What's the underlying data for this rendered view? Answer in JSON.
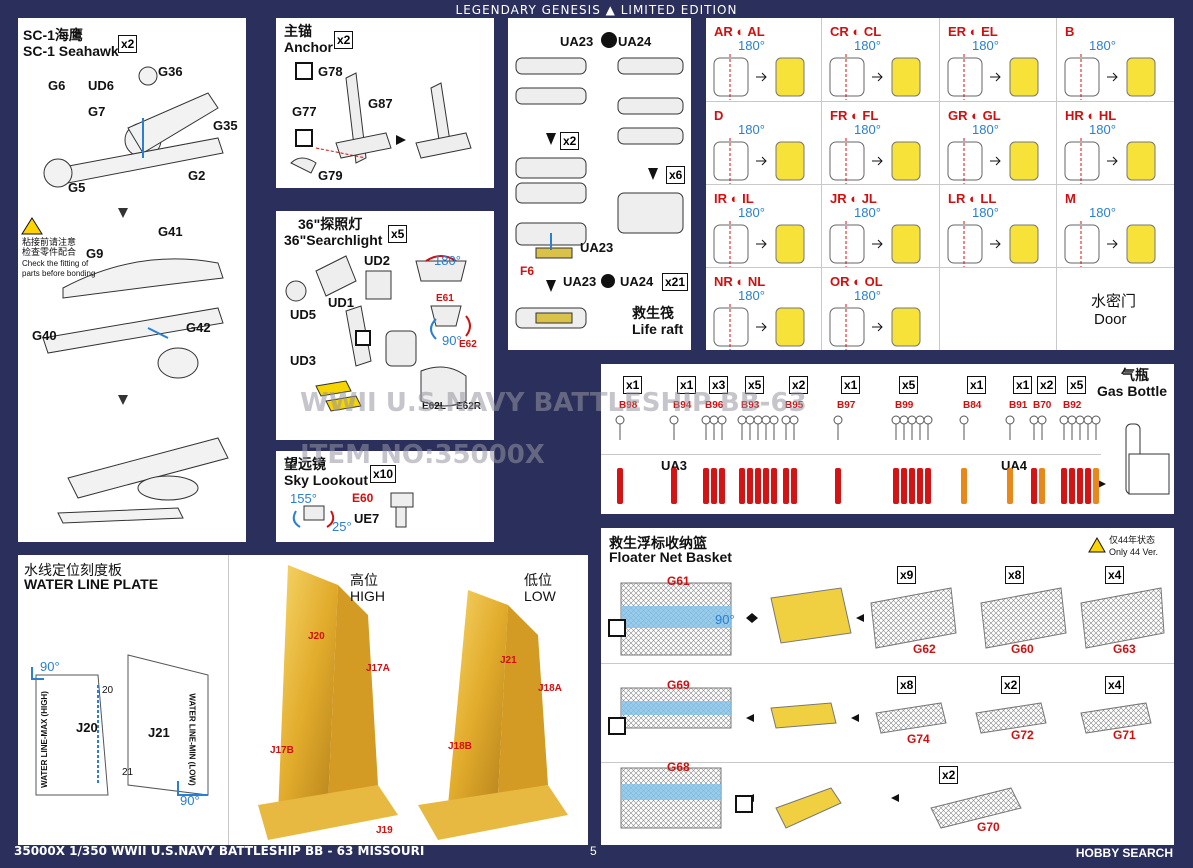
{
  "header": {
    "left": "LEGENDARY GENESIS",
    "right": "LIMITED EDITION"
  },
  "footer": {
    "left": "35000X 1/350 WWII U.S.NAVY BATTLESHIP BB - 63 MISSOURI",
    "page": "5",
    "right": "HOBBY SEARCH"
  },
  "watermark": {
    "line1": "WWII U.S.NAVY BATTLESHIP BB-63",
    "line2": "ITEM NO:35000X"
  },
  "seahawk": {
    "title_cn": "SC-1海鹰",
    "title_en": "SC-1 Seahawk",
    "qty": "x2",
    "parts": [
      "G6",
      "UD6",
      "G36",
      "G7",
      "G35",
      "G5",
      "G2",
      "G41",
      "G9",
      "G40",
      "G42"
    ],
    "note_cn1": "粘接前请注意",
    "note_cn2": "检查零件配合",
    "note_en1": "Check the fitting of",
    "note_en2": "parts before bonding"
  },
  "anchor": {
    "title_cn": "主锚",
    "title_en": "Anchor",
    "qty": "x2",
    "parts": [
      "G78",
      "G77",
      "G87",
      "G79"
    ]
  },
  "searchlight": {
    "title_cn": "36\"探照灯",
    "title_en": "36\"Searchlight",
    "qty": "x5",
    "parts": [
      "UD2",
      "UD1",
      "UD5",
      "UD3",
      "E61",
      "E62",
      "E62L",
      "E62R"
    ],
    "angle1": "180°",
    "angle2": "90°"
  },
  "lookout": {
    "title_cn": "望远镜",
    "title_en": "Sky Lookout",
    "qty": "x10",
    "parts": [
      "E60",
      "UE7"
    ],
    "angle1": "155°",
    "angle2": "25°"
  },
  "liferaft": {
    "title_cn": "救生筏",
    "title_en": "Life raft",
    "top": "UA23",
    "top2": "UA24",
    "qty1": "x2",
    "qty2": "x6",
    "part_a": "UA23",
    "part_f": "F6",
    "bottom1": "UA23",
    "bottom2": "UA24",
    "qty3": "x21"
  },
  "doors": {
    "title_cn": "水密门",
    "title_en": "Door",
    "angle": "180°",
    "cells": [
      [
        "AR",
        "AL"
      ],
      [
        "CR",
        "CL"
      ],
      [
        "ER",
        "EL"
      ],
      [
        "B",
        ""
      ],
      [
        "D",
        ""
      ],
      [
        "FR",
        "FL"
      ],
      [
        "GR",
        "GL"
      ],
      [
        "HR",
        "HL"
      ],
      [
        "IR",
        "IL"
      ],
      [
        "JR",
        "JL"
      ],
      [
        "LR",
        "LL"
      ],
      [
        "M",
        ""
      ],
      [
        "NR",
        "NL"
      ],
      [
        "OR",
        "OL"
      ]
    ]
  },
  "gas": {
    "title_cn": "气瓶",
    "title_en": "Gas Bottle",
    "qtys": [
      "x1",
      "x1",
      "x3",
      "x5",
      "x2",
      "x1",
      "x5",
      "x1",
      "x1",
      "x2",
      "x5"
    ],
    "codes": [
      "B98",
      "B94",
      "B96",
      "B93",
      "B95",
      "B97",
      "B99",
      "B84",
      "B91",
      "B70",
      "B92"
    ],
    "ua3": "UA3",
    "ua4": "UA4"
  },
  "waterline": {
    "title_cn": "水线定位刻度板",
    "title_en": "WATER LINE PLATE",
    "a90": "90°",
    "b90": "90°",
    "j20": "J20",
    "j21": "J21",
    "n20": "20",
    "n21": "21",
    "max": "WATER LINE-MAX (HIGH)",
    "min": "WATER LINE-MIN (LOW)",
    "high_cn": "高位",
    "high_en": "HIGH",
    "low_cn": "低位",
    "low_en": "LOW",
    "p_j20": "J20",
    "p_j17a": "J17A",
    "p_j17b": "J17B",
    "p_j19": "J19",
    "p_j21": "J21",
    "p_j18a": "J18A",
    "p_j18b": "J18B"
  },
  "floater": {
    "title_cn": "救生浮标收纳篮",
    "title_en": "Floater Net Basket",
    "note_cn": "仅44年状态",
    "note_en": "Only 44 Ver.",
    "g61": "G61",
    "g69": "G69",
    "g68": "G68",
    "a90": "90°",
    "q9": "x9",
    "q8a": "x8",
    "q4a": "x4",
    "q8b": "x8",
    "q2a": "x2",
    "q4b": "x4",
    "q2b": "x2",
    "g62": "G62",
    "g60": "G60",
    "g63": "G63",
    "g74": "G74",
    "g72": "G72",
    "g71": "G71",
    "g70": "G70"
  }
}
